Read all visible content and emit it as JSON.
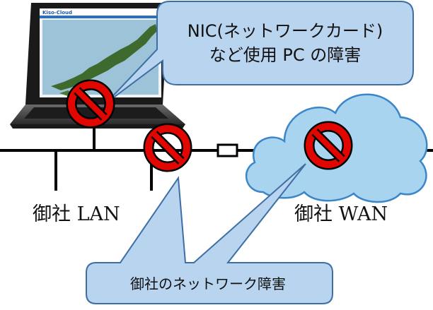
{
  "callouts": {
    "pc_fault_line1": "NIC(ネットワークカード)",
    "pc_fault_line2": "など使用 PC の障害",
    "network_fault": "御社のネットワーク障害"
  },
  "labels": {
    "lan": "御社 LAN",
    "wan": "御社 WAN"
  },
  "laptop_screen": {
    "app_title": "Kiso-Cloud"
  },
  "colors": {
    "callout_fill": "#b8d4ef",
    "callout_stroke": "#3d6fa5",
    "cloud_fill": "#a9d4f0",
    "cloud_stroke": "#3a86c8",
    "no_sign_red": "#e10600",
    "map_sea": "#9cc3d8",
    "map_land": "#3f6a2d"
  },
  "icons": [
    "no-entry-sign-icon",
    "cloud-icon",
    "laptop-icon",
    "router-icon"
  ]
}
